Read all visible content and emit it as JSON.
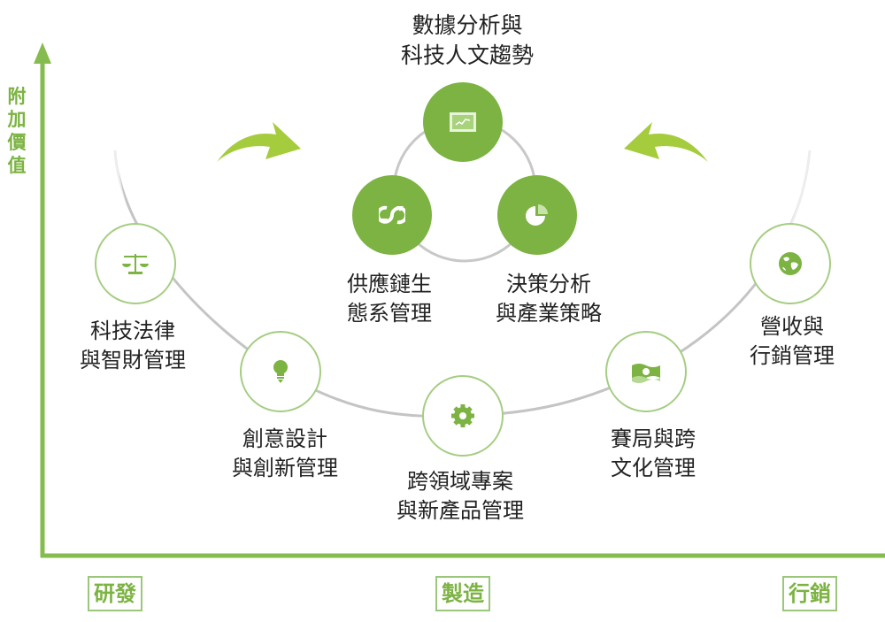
{
  "axis": {
    "y_label": "附加價值",
    "stages": [
      "研發",
      "製造",
      "行銷"
    ]
  },
  "top_label": [
    "數據分析與",
    "科技人文趨勢"
  ],
  "core": [
    {
      "icon": "line-chart-icon",
      "label": [
        "數據分析與",
        "科技人文趨勢"
      ]
    },
    {
      "icon": "cycle-arrows-icon",
      "label": [
        "供應鏈生",
        "態系管理"
      ]
    },
    {
      "icon": "pie-chart-icon",
      "label": [
        "決策分析",
        "與產業策略"
      ]
    }
  ],
  "curve_nodes": [
    {
      "icon": "scales-icon",
      "label": [
        "科技法律",
        "與智財管理"
      ]
    },
    {
      "icon": "lightbulb-icon",
      "label": [
        "創意設計",
        "與創新管理"
      ]
    },
    {
      "icon": "gear-icon",
      "label": [
        "跨領域專案",
        "與新產品管理"
      ]
    },
    {
      "icon": "money-icon",
      "label": [
        "賽局與跨",
        "文化管理"
      ]
    },
    {
      "icon": "globe-icon",
      "label": [
        "營收與",
        "行銷管理"
      ]
    }
  ],
  "colors": {
    "accent": "#7cb342",
    "arrow": "#a4cc3c",
    "curve": "#c8c8c8"
  }
}
